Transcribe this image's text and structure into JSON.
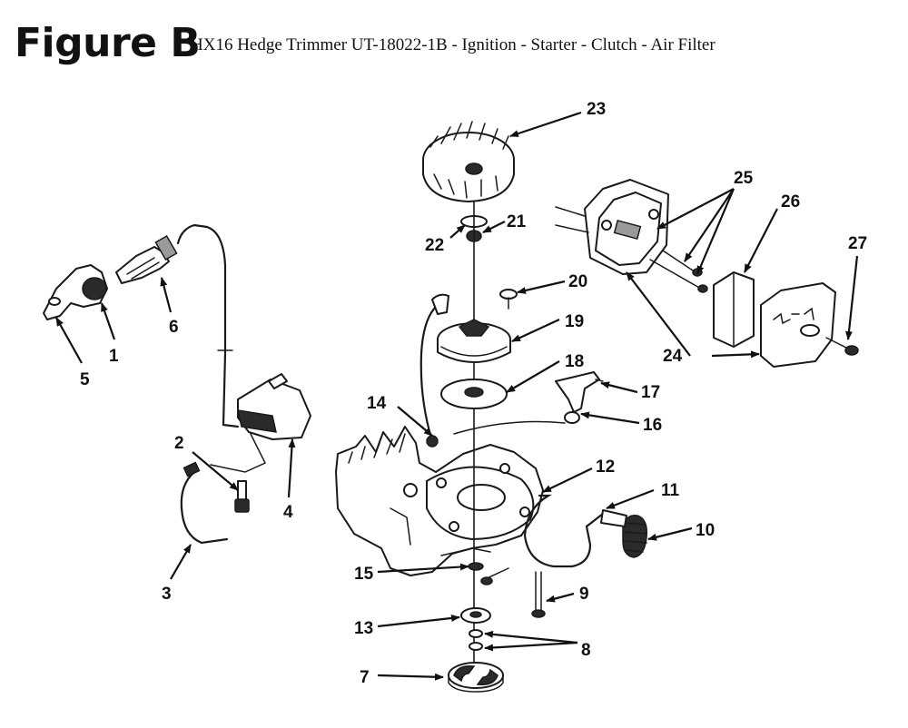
{
  "figure": {
    "label": "Figure B",
    "caption": "HX16 Hedge Trimmer UT-18022-1B - Ignition - Starter - Clutch - Air Filter"
  },
  "callouts": [
    "1",
    "2",
    "3",
    "4",
    "5",
    "6",
    "7",
    "8",
    "9",
    "10",
    "11",
    "12",
    "13",
    "14",
    "15",
    "16",
    "17",
    "18",
    "19",
    "20",
    "21",
    "22",
    "23",
    "24",
    "25",
    "26",
    "27"
  ]
}
